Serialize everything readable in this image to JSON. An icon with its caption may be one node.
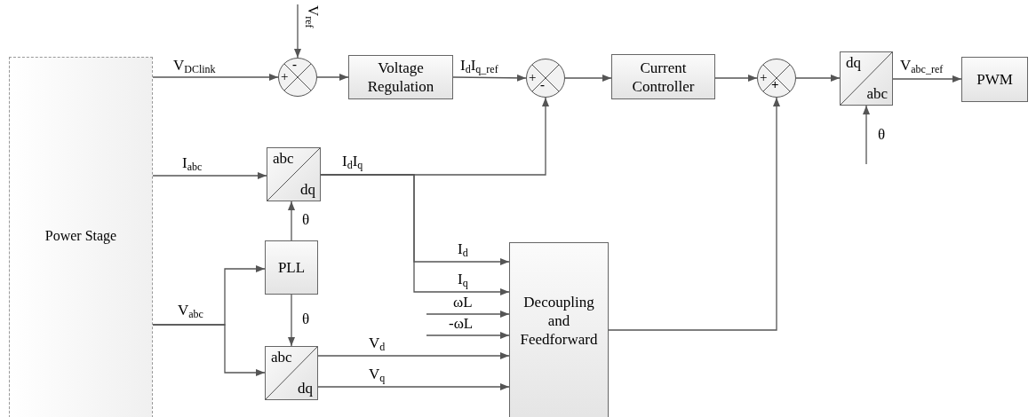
{
  "diagram": {
    "nodes": [
      {
        "text": [
          "Power Stage"
        ]
      },
      {
        "text": [
          "+",
          "-"
        ]
      },
      {
        "text": [
          "Voltage Regulation"
        ]
      },
      {
        "text": [
          "+",
          "-"
        ]
      },
      {
        "text": [
          "Current Controller"
        ]
      },
      {
        "text": [
          "+",
          "+"
        ]
      },
      {
        "text": [
          "dq",
          "abc"
        ]
      },
      {
        "text": [
          "PWM"
        ]
      },
      {
        "text": [
          "abc",
          "dq"
        ]
      },
      {
        "text": [
          "PLL"
        ]
      },
      {
        "text": [
          "abc",
          "dq"
        ]
      },
      {
        "text": [
          "Decoupling and Feedforward"
        ]
      }
    ],
    "edges": [
      {
        "from": 0,
        "to": 1,
        "arrow": "to",
        "label": "V$_{DClink}$"
      },
      {
        "from": null,
        "to": 1,
        "arrow": "to",
        "label": "V$_{ref}$"
      },
      {
        "from": 1,
        "to": 2,
        "arrow": "to"
      },
      {
        "from": 2,
        "to": 3,
        "arrow": "to",
        "label": "I$_{d}$I$_{q_ref}$"
      },
      {
        "from": 8,
        "to": 3,
        "arrow": "to",
        "label": "I$_{d}$I$_{q}$"
      },
      {
        "from": 3,
        "to": 4,
        "arrow": "to"
      },
      {
        "from": 4,
        "to": 5,
        "arrow": "to"
      },
      {
        "from": 11,
        "to": 5,
        "arrow": "to"
      },
      {
        "from": 5,
        "to": 6,
        "arrow": "to"
      },
      {
        "from": null,
        "to": 6,
        "arrow": "to",
        "label": "θ"
      },
      {
        "from": 6,
        "to": 7,
        "arrow": "to",
        "label": "V$_{abc_ref}$"
      },
      {
        "from": 0,
        "to": 8,
        "arrow": "to",
        "label": "I$_{abc}$"
      },
      {
        "from": 9,
        "to": 8,
        "arrow": "to",
        "label": "θ"
      },
      {
        "from": 0,
        "to": 9,
        "arrow": "to",
        "label": "V$_{abc}$"
      },
      {
        "from": 0,
        "to": 10,
        "arrow": "to"
      },
      {
        "from": 9,
        "to": 10,
        "arrow": "to",
        "label": "θ"
      },
      {
        "from": 8,
        "to": 11,
        "arrow": "to",
        "label": "I$_{d}$"
      },
      {
        "from": 8,
        "to": 11,
        "arrow": "to",
        "label": "I$_{q}$"
      },
      {
        "from": null,
        "to": 11,
        "arrow": "to",
        "label": "ωL"
      },
      {
        "from": null,
        "to": 11,
        "arrow": "to",
        "label": "-ωL"
      },
      {
        "from": 10,
        "to": 11,
        "arrow": "to",
        "label": "V$_{d}$"
      },
      {
        "from": 10,
        "to": 11,
        "arrow": "to",
        "label": "V$_{q}$"
      }
    ]
  }
}
